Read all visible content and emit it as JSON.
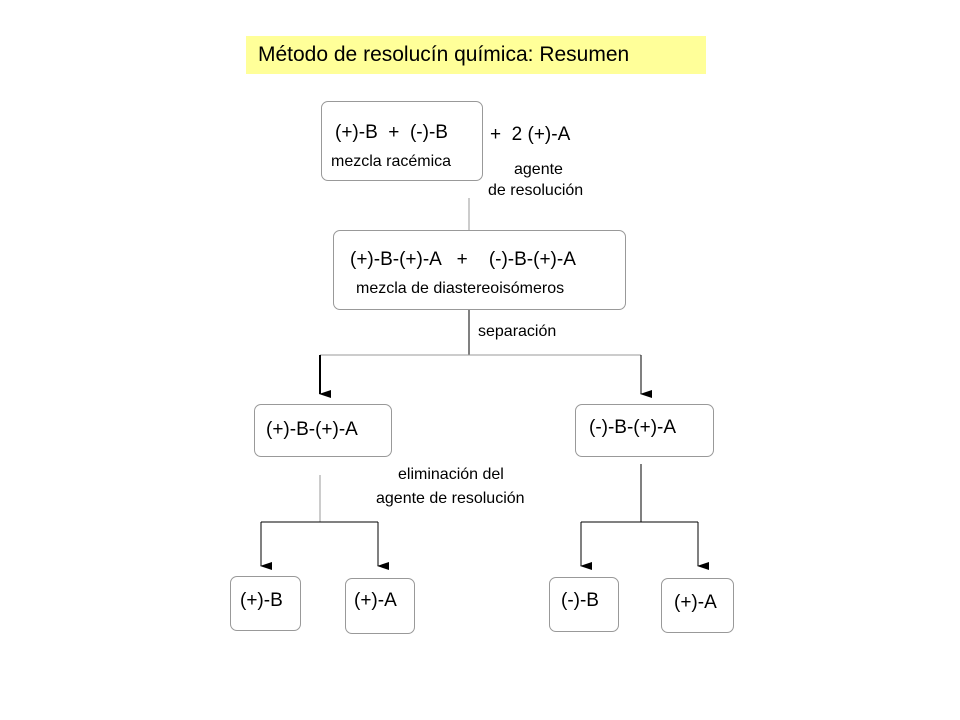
{
  "title": "Método de resolucín química: Resumen",
  "step1": {
    "mixture": "(+)-B  +  (-)-B",
    "mixture_label": "mezcla racémica",
    "reagent": "+  2 (+)-A",
    "reagent_label_1": "agente",
    "reagent_label_2": "de resolución"
  },
  "step2": {
    "mixture": "(+)-B-(+)-A   +    (-)-B-(+)-A",
    "mixture_label": "mezcla de diastereoisómeros"
  },
  "separation_label": "separación",
  "step3": {
    "left": "(+)-B-(+)-A",
    "right": "(-)-B-(+)-A"
  },
  "elimination_label_1": "eliminación del",
  "elimination_label_2": "agente de resolución",
  "products": {
    "p1": "(+)-B",
    "p2": "(+)-A",
    "p3": "(-)-B",
    "p4": "(+)-A"
  },
  "colors": {
    "title_bg": "#ffff99",
    "box_border": "#999999",
    "line_gray": "#999999",
    "arrow_black": "#000000"
  }
}
